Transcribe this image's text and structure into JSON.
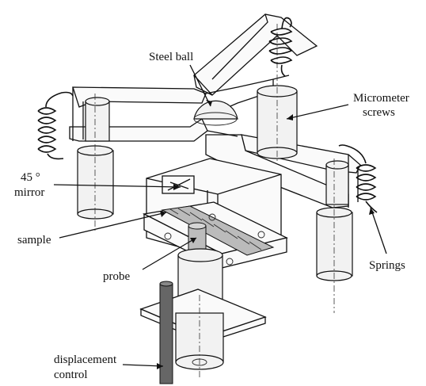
{
  "labels": {
    "steel_ball": "Steel ball",
    "micrometer_line1": "Micrometer",
    "micrometer_line2": "screws",
    "mirror_line1": "45 °",
    "mirror_line2": "mirror",
    "sample": "sample",
    "probe": "probe",
    "springs": "Springs",
    "displacement_line1": "displacement",
    "displacement_line2": "control"
  }
}
